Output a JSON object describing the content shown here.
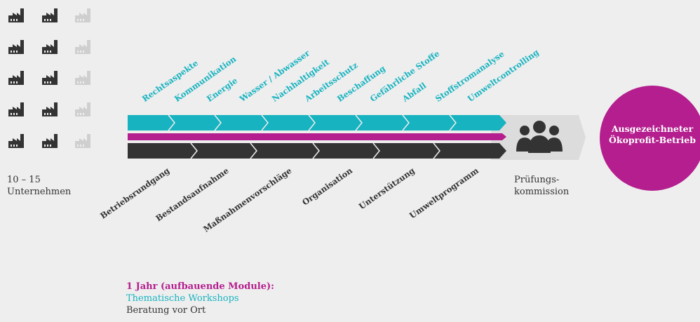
{
  "company_count_label": "10 – 15",
  "companies_label": "Unternehmen",
  "top_modules": [
    "Rechtsaspekte",
    "Kommunikation",
    "Energie",
    "Wasser / Abwasser",
    "Nachhaltigkeit",
    "Arbeitsschutz",
    "Beschaffung",
    "Gefährliche Stoffe",
    "Abfall",
    "Stoffstromanalyse",
    "Umweltcontrolling"
  ],
  "bottom_steps": [
    "Betriebsrundgang",
    "Bestandsaufnahme",
    "Maßnahmenvorschläge",
    "Organisation",
    "Unterstützung",
    "Umweltprogramm"
  ],
  "commission_label_1": "Prüfungs-",
  "commission_label_2": "kommission",
  "result_label_1": "Ausgezeichneter",
  "result_label_2": "Ökoprofit-Betrieb",
  "legend": {
    "duration": "1 Jahr (aufbauende Module):",
    "workshops": "Thematische Workshops",
    "consulting": "Beratung vor Ort"
  },
  "colors": {
    "teal": "#17b3c0",
    "magenta": "#b41e8e",
    "dark": "#333333",
    "grey_factory": "#cfcfcf",
    "background": "#eeeeee"
  },
  "icons": {
    "factory": "factory-icon",
    "people": "people-group-icon"
  }
}
